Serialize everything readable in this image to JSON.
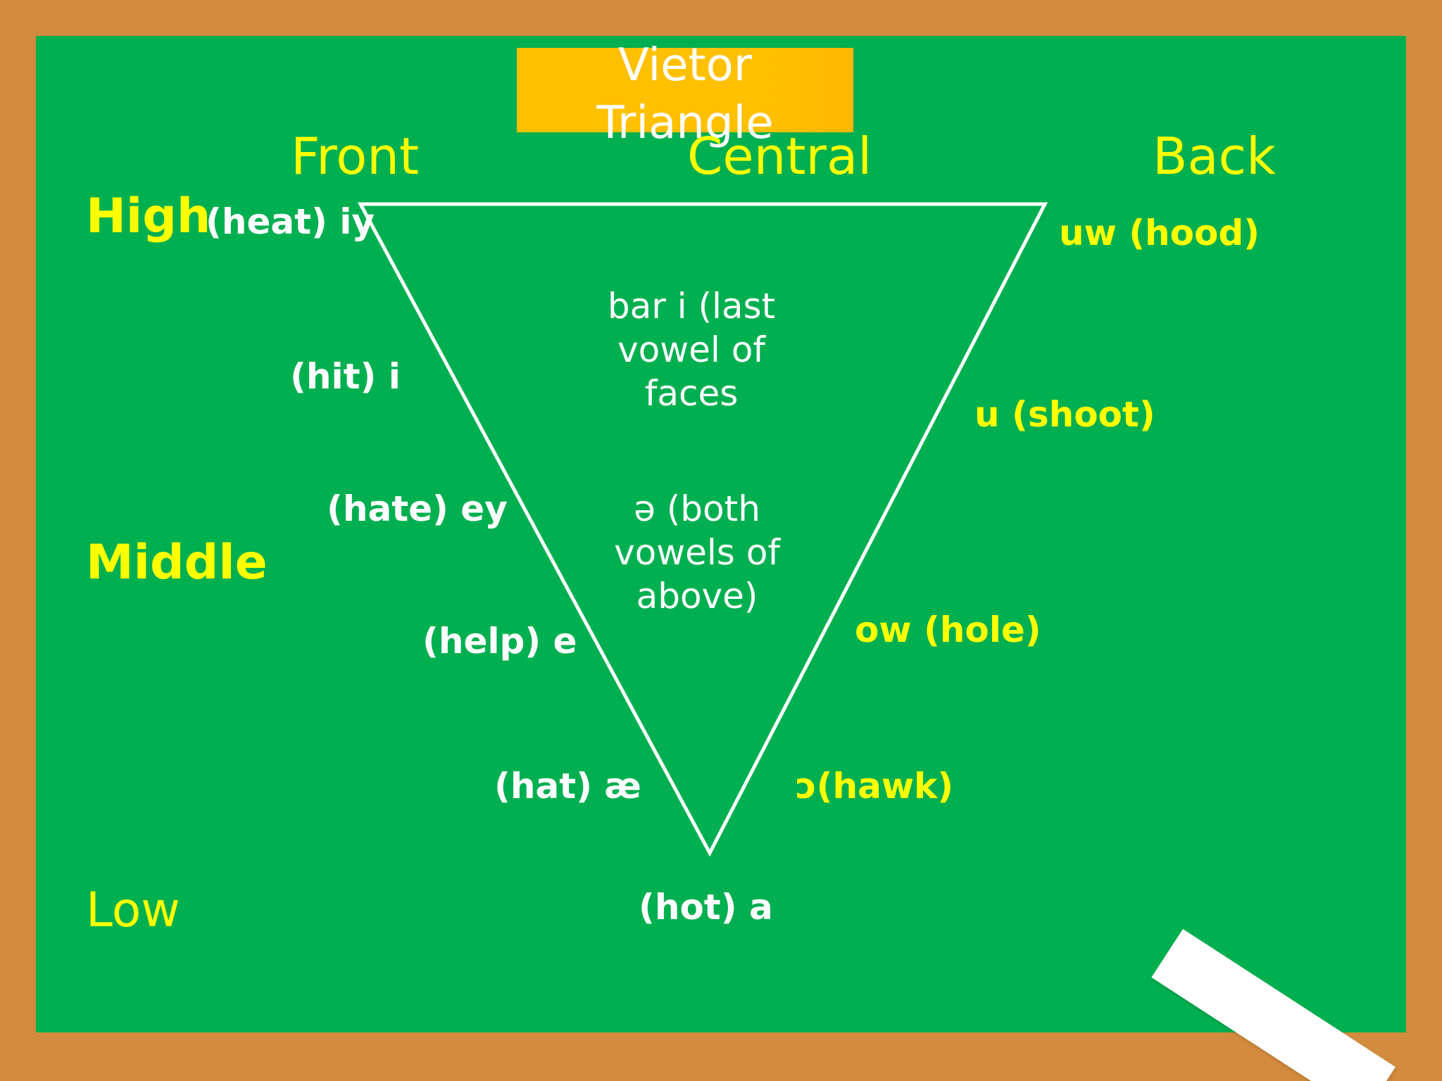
{
  "title": {
    "line1": "Vietor",
    "line2": "Triangle"
  },
  "columns": {
    "front": "Front",
    "central": "Central",
    "back": "Back"
  },
  "rows": {
    "high": "High",
    "middle": "Middle",
    "low": "Low"
  },
  "front_vowels": {
    "heat": "(heat) iy",
    "hit": "(hit) i",
    "hate": "(hate) ey",
    "help": "(help) e",
    "hat": "(hat) æ"
  },
  "bottom_vowel": "(hot) a",
  "back_vowels": {
    "hood": "uw (hood)",
    "shoot": "u (shoot)",
    "hole": "ow (hole)",
    "hawk": "ɔ(hawk)"
  },
  "central_notes": {
    "bar_i": {
      "line1": "bar i (last",
      "line2": "vowel of",
      "line3": "faces"
    },
    "schwa": {
      "line1": "ə  (both",
      "line2": "vowels of",
      "line3": "above)"
    }
  },
  "colors": {
    "board": "#00AF50",
    "frame": "#D38B3D",
    "title_box": "#FFC000",
    "label_yellow": "#FFFF00",
    "label_white": "#FFFFFF"
  }
}
